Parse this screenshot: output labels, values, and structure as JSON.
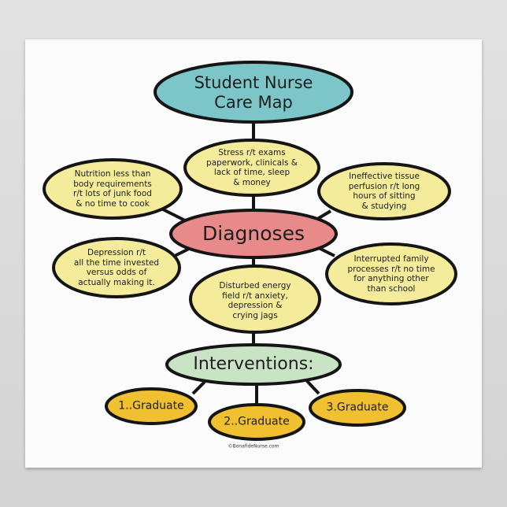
{
  "title": "Student Nurse\nCare Map",
  "center": "Diagnoses",
  "diagnoses": [
    "Stress r/t exams\npaperwork, clinicals &\nlack of time, sleep\n& money",
    "Nutrition less than\nbody requirements\nr/t lots of junk food\n& no time to cook",
    "Ineffective tissue\nperfusion r/t long\nhours of sitting\n& studying",
    "Depression r/t\nall the time invested\nversus odds of\nactually making it.",
    "Interrupted family\nprocesses r/t no time\nfor anything other\nthan school",
    "Disturbed energy\nfield r/t anxiety,\ndepression &\ncrying jags"
  ],
  "interventions_label": "Interventions:",
  "interventions": [
    "1..Graduate",
    "2..Graduate",
    "3.Graduate"
  ],
  "copyright": "©BonafideNurse.com",
  "colors": {
    "title": "#7cc5c8",
    "diagnoses": "#e88a8a",
    "bubbles": "#f4ec9a",
    "interventions": "#c9e4c4",
    "graduate": "#f0c030",
    "outline": "#151515"
  }
}
